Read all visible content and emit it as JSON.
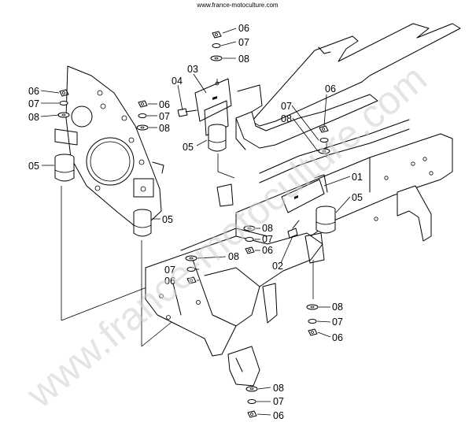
{
  "header": {
    "source_text": "www.france-motoculture.com"
  },
  "watermark": {
    "text": "www.france-motoculture.com"
  },
  "labels": {
    "top_06": "06",
    "top_07": "07",
    "top_08": "08",
    "l_06": "06",
    "l_07": "07",
    "l_08": "08",
    "m_06": "06",
    "m_07": "07",
    "m_08": "08",
    "p03": "03",
    "p04": "04",
    "mid_05": "05",
    "left_05": "05",
    "plate_05": "05",
    "r_06": "06",
    "r_07": "07",
    "r_08": "08",
    "p01": "01",
    "right_05": "05",
    "c_08": "08",
    "c_07": "07",
    "c_06": "06",
    "p02": "02",
    "b_08": "08",
    "b_07": "07",
    "b_06": "06",
    "rb_08": "08",
    "rb_07": "07",
    "rb_06": "06",
    "bot_08": "08",
    "bot_07": "07",
    "bot_06": "06"
  }
}
